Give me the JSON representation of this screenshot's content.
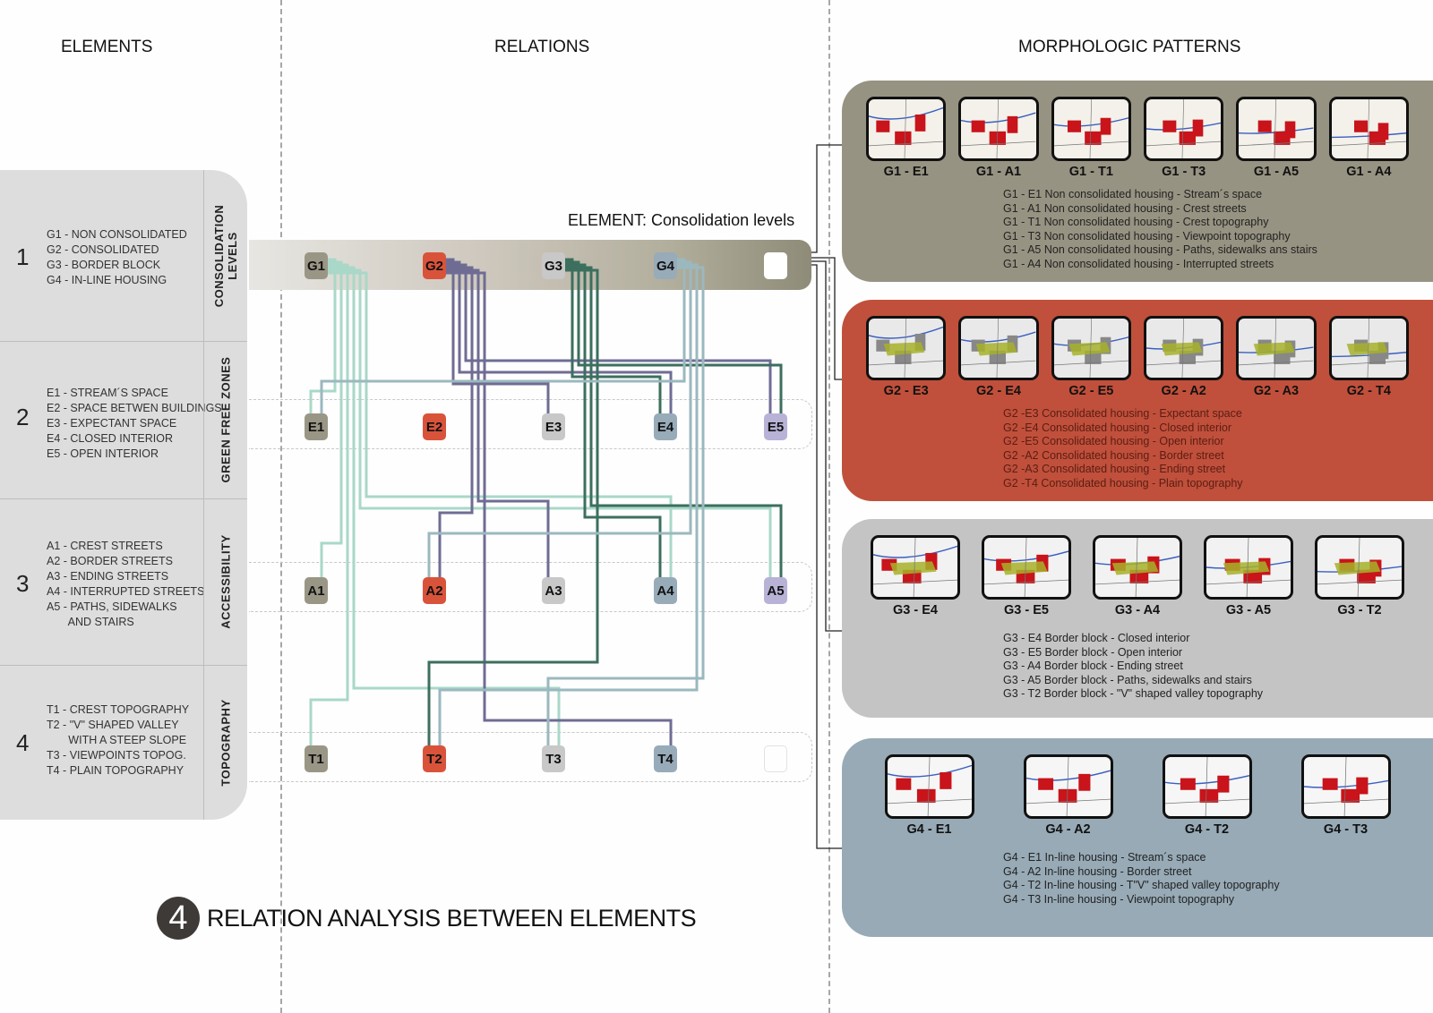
{
  "headers": {
    "elements": "ELEMENTS",
    "relations": "RELATIONS",
    "patterns": "MORPHOLOGIC PATTERNS"
  },
  "elements": [
    {
      "number": "1",
      "category": "CONSOLIDATION\nLEVELS",
      "items": [
        "G1 - NON CONSOLIDATED",
        "G2 - CONSOLIDATED",
        "G3 - BORDER BLOCK",
        "G4 - IN-LINE HOUSING"
      ]
    },
    {
      "number": "2",
      "category": "GREEN FREE ZONES",
      "items": [
        "E1 - STREAM´S SPACE",
        "E2 - SPACE BETWEN BUILDINGS",
        "E3 - EXPECTANT SPACE",
        "E4 - CLOSED INTERIOR",
        "E5 - OPEN INTERIOR"
      ]
    },
    {
      "number": "3",
      "category": "ACCESSIBILITY",
      "items": [
        "A1 - CREST STREETS",
        "A2 - BORDER STREETS",
        "A3 - ENDING STREETS",
        "A4 - INTERRUPTED STREETS",
        "A5 - PATHS, SIDEWALKS",
        "       AND STAIRS"
      ]
    },
    {
      "number": "4",
      "category": "TOPOGRAPHY",
      "items": [
        "T1 - CREST TOPOGRAPHY",
        "T2 - \"V\" SHAPED VALLEY",
        "       WITH A STEEP SLOPE",
        "T3 - VIEWPOINTS TOPOG.",
        "T4 - PLAIN TOPOGRAPHY"
      ]
    }
  ],
  "relations": {
    "element_title": "ELEMENT: Consolidation levels",
    "column_colors": [
      "#9a9686",
      "#d9533b",
      "#c8c8c8",
      "#97abb9",
      "#b7b2d6"
    ],
    "rows": [
      {
        "id": "G",
        "nodes": [
          "G1",
          "G2",
          "G3",
          "G4",
          ""
        ]
      },
      {
        "id": "E",
        "nodes": [
          "E1",
          "E2",
          "E3",
          "E4",
          "E5"
        ]
      },
      {
        "id": "A",
        "nodes": [
          "A1",
          "A2",
          "A3",
          "A4",
          "A5"
        ]
      },
      {
        "id": "T",
        "nodes": [
          "T1",
          "T2",
          "T3",
          "T4",
          ""
        ]
      }
    ],
    "group_line_colors": {
      "G1": "#a9d8c8",
      "G2": "#6f6c94",
      "G3": "#3c6f5e",
      "G4": "#9bb8bf"
    },
    "links": [
      [
        "G1",
        "E1"
      ],
      [
        "G1",
        "A1"
      ],
      [
        "G1",
        "T1"
      ],
      [
        "G1",
        "T3"
      ],
      [
        "G1",
        "A5"
      ],
      [
        "G1",
        "A4"
      ],
      [
        "G2",
        "E3"
      ],
      [
        "G2",
        "E4"
      ],
      [
        "G2",
        "E5"
      ],
      [
        "G2",
        "A2"
      ],
      [
        "G2",
        "A3"
      ],
      [
        "G2",
        "T4"
      ],
      [
        "G3",
        "E4"
      ],
      [
        "G3",
        "E5"
      ],
      [
        "G3",
        "A4"
      ],
      [
        "G3",
        "A5"
      ],
      [
        "G3",
        "T2"
      ],
      [
        "G4",
        "E1"
      ],
      [
        "G4",
        "A2"
      ],
      [
        "G4",
        "T2"
      ],
      [
        "G4",
        "T3"
      ]
    ]
  },
  "patterns": [
    {
      "id": "G1",
      "color": "#979382",
      "thumbs": [
        "G1 - E1",
        "G1 - A1",
        "G1 - T1",
        "G1 - T3",
        "G1 - A5",
        "G1 - A4"
      ],
      "descriptions": [
        "G1 - E1 Non consolidated housing - Stream´s space",
        "G1 - A1 Non consolidated housing - Crest streets",
        "G1 - T1 Non consolidated housing - Crest topography",
        "G1 - T3 Non consolidated housing - Viewpoint topography",
        "G1 - A5 Non consolidated housing - Paths, sidewalks ans stairs",
        "G1 - A4 Non consolidated housing - Interrupted streets"
      ]
    },
    {
      "id": "G2",
      "color": "#c0503b",
      "thumbs": [
        "G2 - E3",
        "G2 - E4",
        "G2 - E5",
        "G2 - A2",
        "G2 - A3",
        "G2 - T4"
      ],
      "descriptions": [
        "G2 -E3 Consolidated housing - Expectant space",
        "G2 -E4 Consolidated housing - Closed interior",
        "G2 -E5 Consolidated housing - Open interior",
        "G2 -A2 Consolidated housing - Border street",
        "G2 -A3 Consolidated housing - Ending street",
        "G2 -T4 Consolidated housing - Plain topography"
      ]
    },
    {
      "id": "G3",
      "color": "#c4c4c4",
      "thumbs": [
        "G3 - E4",
        "G3 - E5",
        "G3 - A4",
        "G3 - A5",
        "G3 - T2"
      ],
      "descriptions": [
        "G3 - E4 Border block - Closed interior",
        "G3 - E5 Border block - Open interior",
        "G3 - A4 Border block - Ending street",
        "G3 - A5 Border block - Paths, sidewalks and stairs",
        "G3 - T2 Border block - \"V\" shaped valley topography"
      ]
    },
    {
      "id": "G4",
      "color": "#97aab6",
      "thumbs": [
        "G4 - E1",
        "G4 - A2",
        "G4 - T2",
        "G4 - T3"
      ],
      "descriptions": [
        "G4 - E1 In-line housing - Stream´s space",
        "G4 - A2 In-line housing - Border street",
        "G4 - T2 In-line housing - T\"V\" shaped valley topography",
        "G4 - T3 In-line housing - Viewpoint topography"
      ]
    }
  ],
  "footer": {
    "number": "4",
    "title": "RELATION ANALYSIS BETWEEN ELEMENTS"
  }
}
